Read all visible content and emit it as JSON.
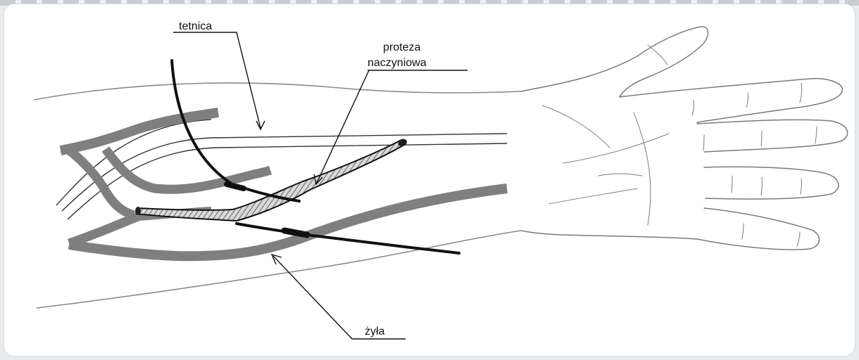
{
  "labels": {
    "artery": "tetnica",
    "graft_line1": "proteza",
    "graft_line2": "naczyniowa",
    "vein": "żyła"
  },
  "colors": {
    "vessel": "#7f7f7f",
    "ink": "#111111",
    "outline": "#8a8a8a"
  }
}
